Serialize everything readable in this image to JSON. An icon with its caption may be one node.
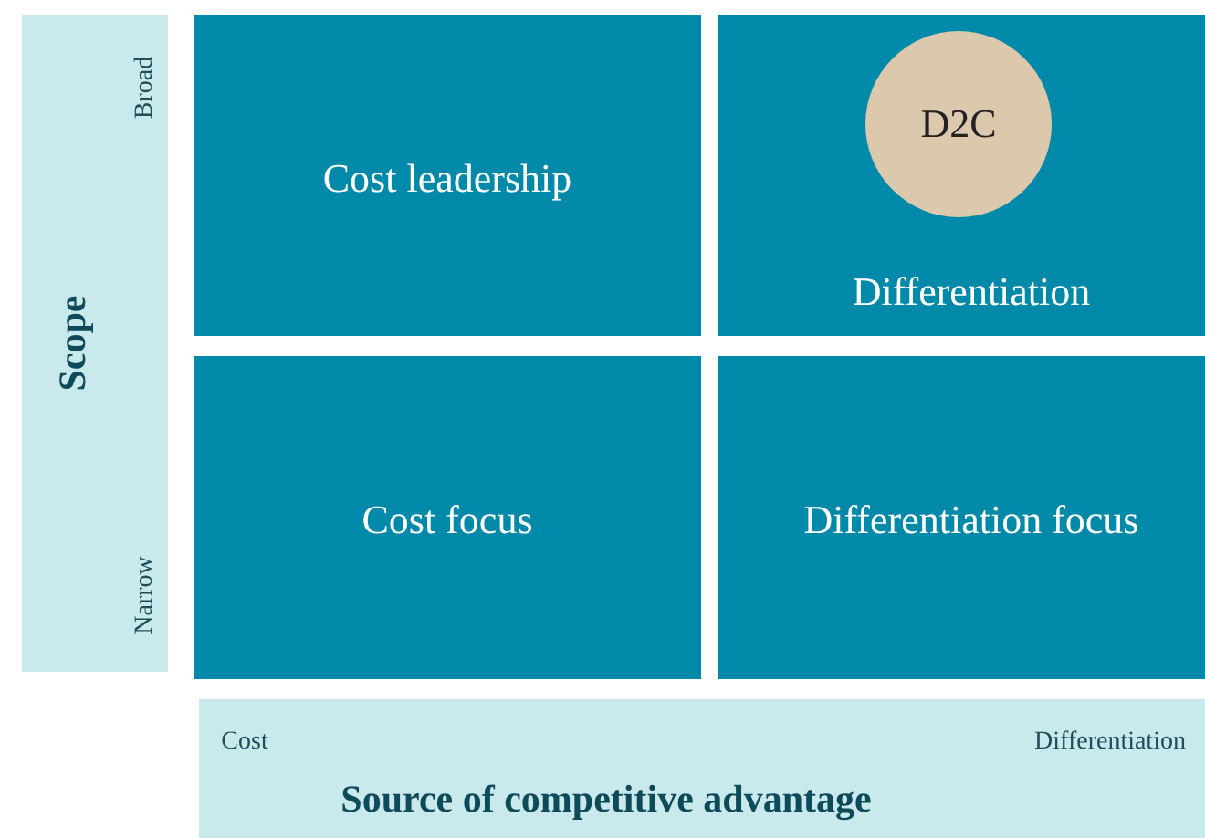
{
  "diagram": {
    "nodes": [
      {
        "text": [
          "Broad",
          "Scope",
          "Narrow"
        ]
      },
      {
        "text": [
          "Cost leadership"
        ]
      },
      {
        "text": [
          "Differentiation"
        ]
      },
      {
        "text": [
          "D2C"
        ],
        "in": 2
      },
      {
        "text": [
          "Cost focus"
        ]
      },
      {
        "text": [
          "Differentiation focus"
        ]
      },
      {
        "text": [
          "Cost",
          "Differentiation",
          "Source of competitive advantage"
        ]
      }
    ]
  }
}
